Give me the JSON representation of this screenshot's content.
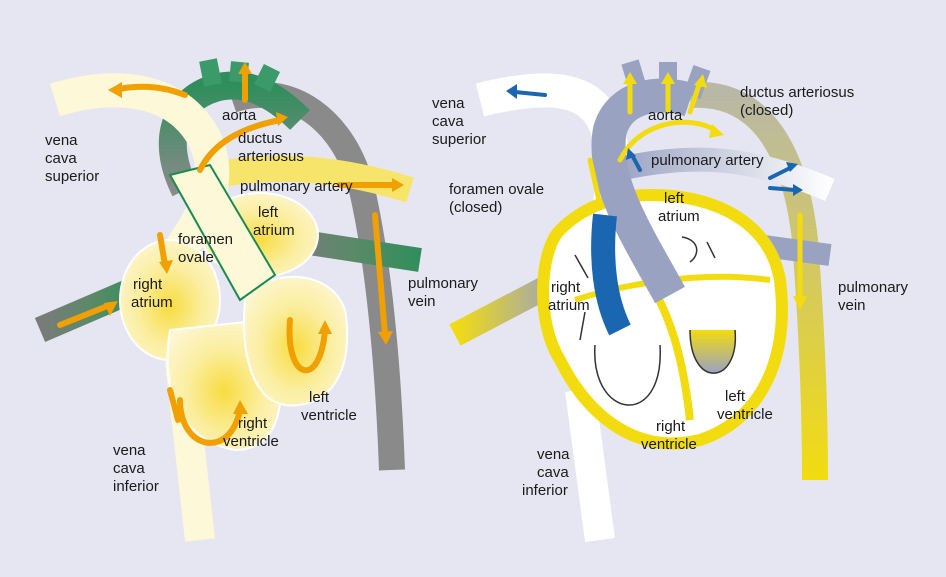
{
  "colors": {
    "background": "#e6e6f2",
    "fetal_vessel": "#fdf8d8",
    "oxygenated_green": "#3a9a6a",
    "deoxygenated_gray": "#8a8a8a",
    "flow_arrow": "#f0a000",
    "postnatal_blue": "#1a66b0",
    "postnatal_yellow": "#f2dc10",
    "postnatal_slate": "#9aa2c2"
  },
  "icons": {
    "flow": "arrow-icon"
  },
  "fetal": {
    "vena_cava_superior": [
      "vena",
      "cava",
      "superior"
    ],
    "vena_cava_inferior": [
      "vena",
      "cava",
      "inferior"
    ],
    "aorta": "aorta",
    "ductus_arteriosus": [
      "ductus",
      "arteriosus"
    ],
    "pulmonary_artery": "pulmonary artery",
    "foramen_ovale": [
      "foramen",
      "ovale"
    ],
    "left_atrium": [
      "left",
      "atrium"
    ],
    "right_atrium": [
      "right",
      "atrium"
    ],
    "right_ventricle": [
      "right",
      "ventricle"
    ],
    "left_ventricle": [
      "left",
      "ventricle"
    ],
    "pulmonary_vein": [
      "pulmonary",
      "vein"
    ]
  },
  "postnatal": {
    "vena_cava_superior": [
      "vena",
      "cava",
      "superior"
    ],
    "vena_cava_inferior": [
      "vena",
      "cava",
      "inferior"
    ],
    "aorta": "aorta",
    "ductus_arteriosus": [
      "ductus arteriosus",
      "(closed)"
    ],
    "pulmonary_artery": "pulmonary artery",
    "foramen_ovale": [
      "foramen ovale",
      "(closed)"
    ],
    "left_atrium": [
      "left",
      "atrium"
    ],
    "right_atrium": [
      "right",
      "atrium"
    ],
    "right_ventricle": [
      "right",
      "ventricle"
    ],
    "left_ventricle": [
      "left",
      "ventricle"
    ],
    "pulmonary_vein": [
      "pulmonary",
      "vein"
    ]
  }
}
